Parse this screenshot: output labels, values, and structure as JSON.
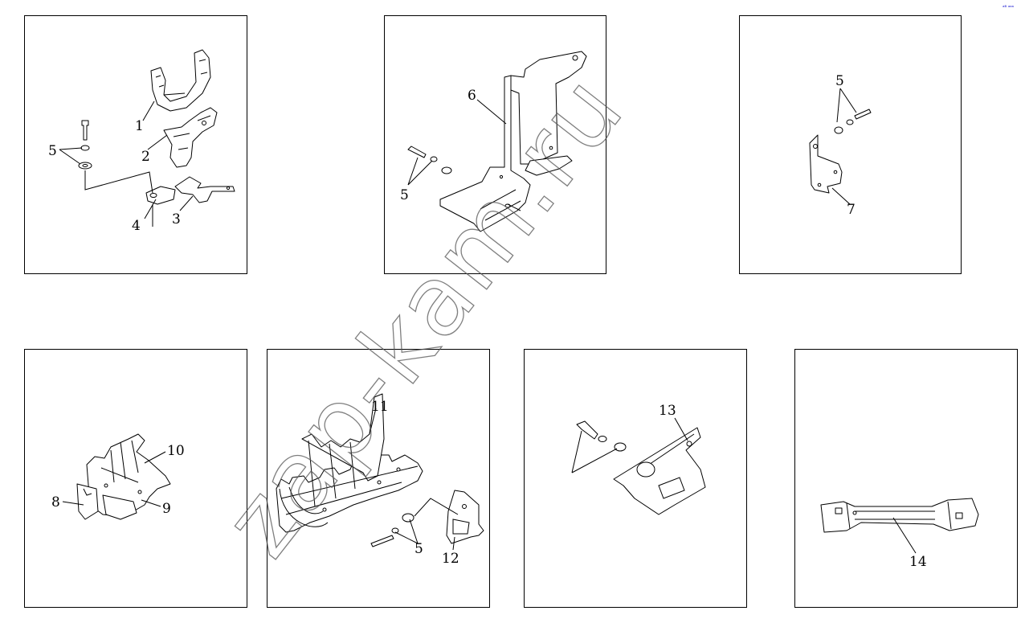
{
  "watermark": "zap-kam.ru",
  "corner_mark": "ᵃᴮ ᵃᵃᵃ",
  "panels": {
    "p1": {
      "labels": [
        "1",
        "2",
        "3",
        "4",
        "5"
      ]
    },
    "p2": {
      "labels": [
        "6",
        "5"
      ]
    },
    "p3": {
      "labels": [
        "5",
        "7"
      ]
    },
    "p4": {
      "labels": [
        "10",
        "8",
        "9"
      ]
    },
    "p5": {
      "labels": [
        "11",
        "5",
        "12"
      ]
    },
    "p6": {
      "labels": [
        "13"
      ]
    },
    "p7": {
      "labels": [
        "14"
      ]
    }
  },
  "colors": {
    "line": "#000000",
    "background": "#ffffff",
    "watermark": "#555555"
  }
}
